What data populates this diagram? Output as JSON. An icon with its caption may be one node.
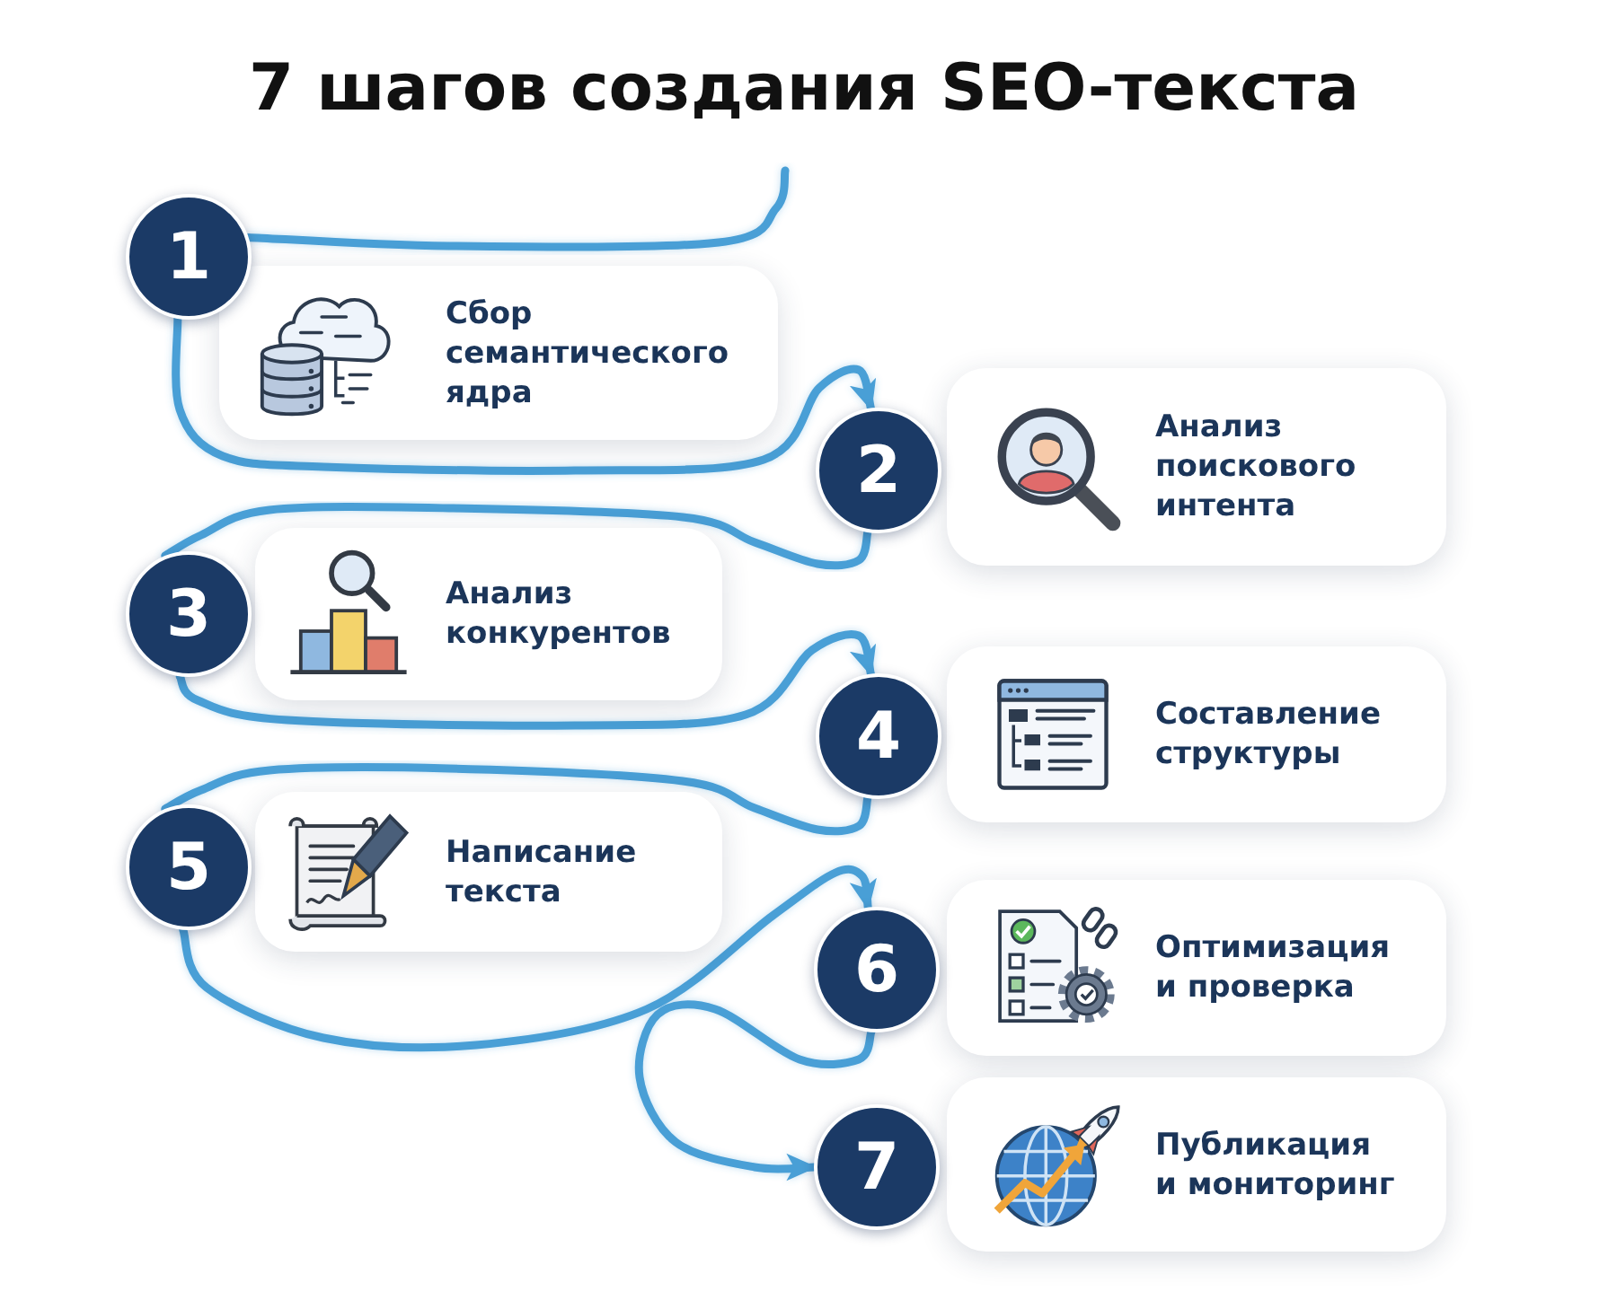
{
  "diagram": {
    "title": "7 шагов создания SEO-текста",
    "nodes": [
      {
        "text": [
          "1"
        ]
      },
      {
        "text": [
          "Сбор семантического ядра"
        ]
      },
      {
        "text": [
          "2"
        ]
      },
      {
        "text": [
          "Анализ поискового интента"
        ]
      },
      {
        "text": [
          "3"
        ]
      },
      {
        "text": [
          "Анализ конкурентов"
        ]
      },
      {
        "text": [
          "4"
        ]
      },
      {
        "text": [
          "Составление структуры"
        ]
      },
      {
        "text": [
          "5"
        ]
      },
      {
        "text": [
          "Написание текста"
        ]
      },
      {
        "text": [
          "6"
        ]
      },
      {
        "text": [
          "Оптимизация и проверка"
        ]
      },
      {
        "text": [
          "7"
        ]
      },
      {
        "text": [
          "Публикация и мониторинг"
        ]
      }
    ],
    "edges": [
      {
        "from": 0,
        "to": null,
        "arrow": "none"
      },
      {
        "from": 0,
        "to": 2,
        "arrow": "to"
      },
      {
        "from": 2,
        "to": 4,
        "arrow": "none"
      },
      {
        "from": 4,
        "to": 6,
        "arrow": "to"
      },
      {
        "from": 6,
        "to": 8,
        "arrow": "none"
      },
      {
        "from": 8,
        "to": 10,
        "arrow": "to"
      },
      {
        "from": 10,
        "to": 12,
        "arrow": "to"
      }
    ]
  }
}
